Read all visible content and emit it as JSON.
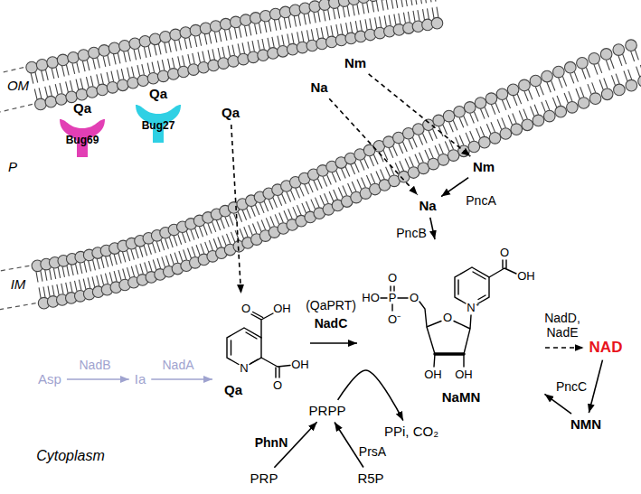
{
  "diagram": {
    "nodes": [
      {
        "text": [
          "Qa",
          "Bug69"
        ]
      },
      {
        "text": [
          "Qa",
          "Bug27"
        ]
      },
      {
        "text": [
          "Qa"
        ]
      },
      {
        "text": [
          "Nm"
        ]
      },
      {
        "text": [
          "Na"
        ]
      },
      {
        "text": [
          "Nm"
        ]
      },
      {
        "text": [
          "Na"
        ]
      },
      {
        "text": [
          "Asp"
        ]
      },
      {
        "text": [
          "Ia"
        ]
      },
      {
        "text": [
          "Qa"
        ]
      },
      {
        "text": [
          "PRPP"
        ]
      },
      {
        "text": [
          "PPi, CO₂"
        ]
      },
      {
        "text": [
          "NaMN"
        ]
      },
      {
        "text": [
          "NAD"
        ]
      },
      {
        "text": [
          "NMN"
        ]
      },
      {
        "text": [
          "PRP"
        ]
      },
      {
        "text": [
          "R5P"
        ]
      }
    ],
    "edges": [
      {
        "from": 2,
        "to": 9,
        "arrow": "to"
      },
      {
        "from": 3,
        "to": 5,
        "arrow": "to"
      },
      {
        "from": 4,
        "to": 6,
        "arrow": "to"
      },
      {
        "from": 5,
        "to": 6,
        "label": "PncA",
        "arrow": "to"
      },
      {
        "from": 7,
        "to": 8,
        "label": "NadB",
        "arrow": "to"
      },
      {
        "from": 8,
        "to": 9,
        "label": "NadA",
        "arrow": "to"
      },
      {
        "from": 9,
        "to": 12,
        "label": "NadC",
        "arrow": "to"
      },
      {
        "from": 10,
        "to": 11,
        "arrow": "to"
      },
      {
        "from": 6,
        "to": 12,
        "label": "PncB",
        "arrow": "to"
      },
      {
        "from": 12,
        "to": 13,
        "label": "NadD, NadE",
        "arrow": "to"
      },
      {
        "from": 13,
        "to": 14,
        "arrow": "to"
      },
      {
        "from": 14,
        "to": 12,
        "label": "PncC",
        "arrow": "to"
      },
      {
        "from": 15,
        "to": 10,
        "label": "PhnN",
        "arrow": "to"
      },
      {
        "from": 16,
        "to": 10,
        "label": "PrsA",
        "arrow": "to"
      }
    ],
    "labels": [
      "OM",
      "P",
      "IM",
      "Cytoplasm",
      "(QaPRT)",
      "O",
      "OH",
      "N",
      "O",
      "OH",
      "HO",
      "P",
      "O",
      "O⁻",
      "O",
      "O",
      "N⁺",
      "O",
      "OH",
      "OH",
      "OH"
    ]
  }
}
